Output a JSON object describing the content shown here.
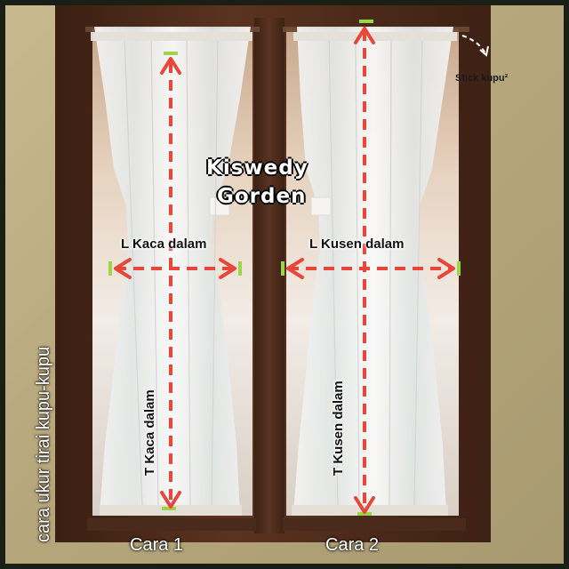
{
  "photo": {
    "side_caption": "cara ukur tirai kupu-kupu",
    "watermark_line1": "Kiswedy",
    "watermark_line2": "Gorden",
    "stick_label": "Stick kupu²",
    "cara1_label": "Cara 1",
    "cara2_label": "Cara 2",
    "width_left_label": "L Kaca dalam",
    "width_right_label": "L Kusen dalam",
    "height_left_label": "T Kaca dalam",
    "height_right_label": "T Kusen dalam"
  },
  "colors": {
    "arrow": "#e8463a",
    "marker": "#9bd64a",
    "frame": "#4a2a1a"
  }
}
